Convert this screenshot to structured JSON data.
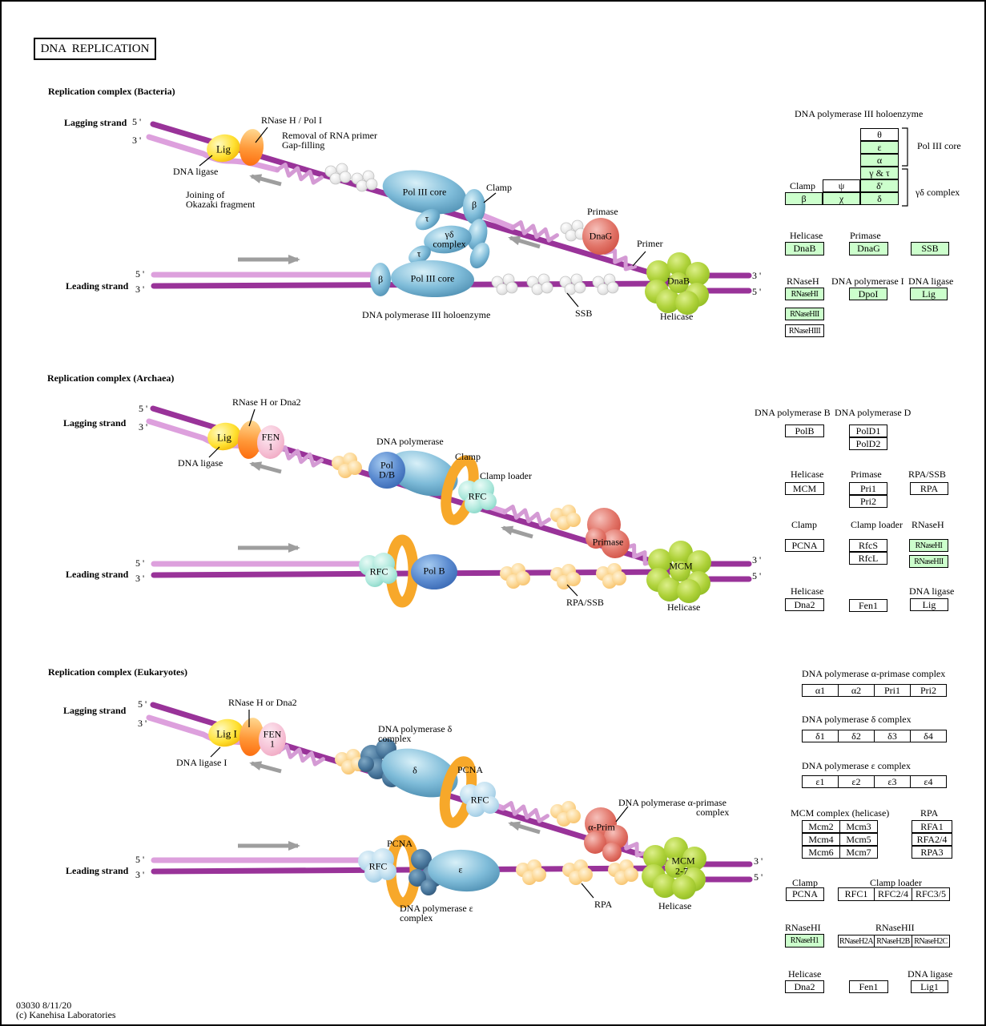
{
  "title": "DNA  REPLICATION",
  "labels": {
    "replication_bacteria": "Replication complex (Bacteria)",
    "replication_archaea": "Replication complex (Archaea)",
    "replication_eukaryotes": "Replication complex (Eukaryotes)",
    "lagging_strand": "Lagging strand",
    "leading_strand": "Leading strand",
    "five_prime": "5 '",
    "three_prime": "3 '",
    "rnaseh_pol1": "RNase H / Pol I",
    "removal_primer": "Removal of RNA primer",
    "gap_filling": "Gap-filling",
    "dna_ligase": "DNA ligase",
    "dna_ligase_1": "DNA ligase I",
    "joining_of": "Joining of",
    "okazaki": "Okazaki fragment",
    "pol3_core": "Pol III core",
    "clamp": "Clamp",
    "clamp_loader": "Clamp loader",
    "beta": "β",
    "tau": "τ",
    "gamma_delta": "γδ",
    "complex_word": "complex",
    "primase": "Primase",
    "dnag": "DnaG",
    "primer": "Primer",
    "ssb": "SSB",
    "holoenzyme": "DNA polymerase III holoenzyme",
    "dnab": "DnaB",
    "helicase": "Helicase",
    "rnaseh_dna2": "RNase H or Dna2",
    "lig": "Lig",
    "lig_i": "Lig I",
    "fen": "FEN",
    "one": "1",
    "dna_polymerase": "DNA polymerase",
    "pol_line1": "Pol",
    "pol_line2": "D/B",
    "rfc": "RFC",
    "pol_b": "Pol B",
    "rpa_ssb": "RPA/SSB",
    "mcm": "MCM",
    "mcm_27": "2-7",
    "pcna": "PCNA",
    "delta": "δ",
    "epsilon": "ε",
    "alpha_prim": "α-Prim",
    "dna_poly_delta": "DNA polymerase δ",
    "dna_poly_eps": "DNA polymerase ε",
    "dna_poly_alpha": "DNA polymerase α-primase",
    "rpa": "RPA"
  },
  "tables": {
    "bacteria": {
      "holo_title": "DNA polymerase III holoenzyme",
      "theta": "θ",
      "epsilon": "ε",
      "alpha": "α",
      "gamma_tau": "γ & τ",
      "psi": "ψ",
      "delta_prime": "δ'",
      "beta": "β",
      "chi": "χ",
      "delta": "δ",
      "pol3_bracket": "Pol III core",
      "gd_bracket": "γδ complex",
      "clamp_side": "Clamp",
      "helicase_h": "Helicase",
      "dnab": "DnaB",
      "primase_h": "Primase",
      "dnag": "DnaG",
      "ssb": "SSB",
      "rnaseh_h": "RNaseH",
      "rnasehi": "RNaseHI",
      "rnasehii": "RNaseHII",
      "rnasehiii": "RNaseHIII",
      "dnapol1_h": "DNA polymerase I",
      "dpoi": "DpoI",
      "ligase_h": "DNA ligase",
      "lig": "Lig"
    },
    "archaea": {
      "polb_h": "DNA polymerase B",
      "polb": "PolB",
      "pold_h": "DNA polymerase D",
      "pold1": "PolD1",
      "pold2": "PolD2",
      "helicase_h": "Helicase",
      "mcm": "MCM",
      "primase_h": "Primase",
      "pri1": "Pri1",
      "pri2": "Pri2",
      "rpassb_h": "RPA/SSB",
      "rpa": "RPA",
      "clamp_h": "Clamp",
      "pcna": "PCNA",
      "clamploader_h": "Clamp loader",
      "rfcs": "RfcS",
      "rfcl": "RfcL",
      "rnaseh_h": "RNaseH",
      "rnasehi": "RNaseHI",
      "rnasehii": "RNaseHII",
      "helicase2_h": "Helicase",
      "dna2": "Dna2",
      "fen1": "Fen1",
      "ligase_h": "DNA ligase",
      "lig": "Lig"
    },
    "eukaryotes": {
      "alpha_h": "DNA polymerase α-primase complex",
      "a1": "α1",
      "a2": "α2",
      "pri1": "Pri1",
      "pri2": "Pri2",
      "delta_h": "DNA polymerase δ complex",
      "d1": "δ1",
      "d2": "δ2",
      "d3": "δ3",
      "d4": "δ4",
      "eps_h": "DNA polymerase ε complex",
      "e1": "ε1",
      "e2": "ε2",
      "e3": "ε3",
      "e4": "ε4",
      "mcm_h": "MCM complex (helicase)",
      "mcm2": "Mcm2",
      "mcm3": "Mcm3",
      "mcm4": "Mcm4",
      "mcm5": "Mcm5",
      "mcm6": "Mcm6",
      "mcm7": "Mcm7",
      "rpa_h": "RPA",
      "rfa1": "RFA1",
      "rfa24": "RFA2/4",
      "rpa3": "RPA3",
      "clamp_h": "Clamp",
      "pcna": "PCNA",
      "clamploader_h": "Clamp loader",
      "rfc1": "RFC1",
      "rfc24": "RFC2/4",
      "rfc35": "RFC3/5",
      "rnasehi_h": "RNaseHI",
      "rnaseh1": "RNaseH1",
      "rnasehii_h": "RNaseHII",
      "rnaseh2a": "RNaseH2A",
      "rnaseh2b": "RNaseH2B",
      "rnaseh2c": "RNaseH2C",
      "helicase_h": "Helicase",
      "dna2": "Dna2",
      "fen1": "Fen1",
      "ligase_h": "DNA ligase",
      "lig1": "Lig1"
    }
  },
  "footer": {
    "map_id": "03030 8/11/20",
    "copyright": "(c) Kanehisa Laboratories"
  },
  "colors": {
    "gene_highlight": "#CCFFCC",
    "strand_template": "#993399",
    "strand_new": "#DDA0DD"
  }
}
